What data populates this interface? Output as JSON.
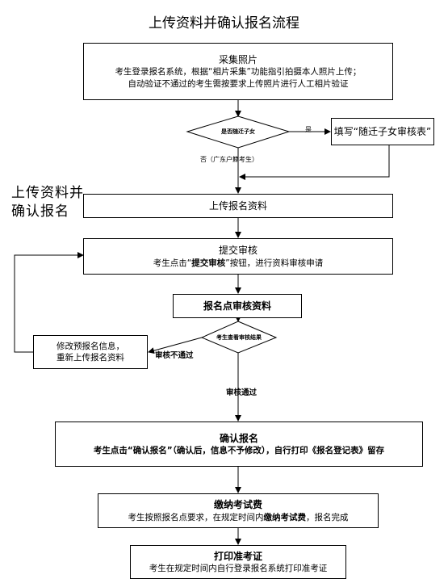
{
  "title": "上传资料并确认报名流程",
  "side_title": "上传资料并确认报名",
  "steps": {
    "collect": {
      "title": "采集照片",
      "line1": "考生登录报名系统，根据“相片采集”功能指引拍摄本人照片上传；",
      "line2": "自动验证不通过的考生需按要求上传照片进行人工相片验证"
    },
    "decision1": "是否随迁子女",
    "yes": "是",
    "no": "否（广东户籍考生）",
    "form": "填写“随迁子女审核表”",
    "upload": "上传报名资料",
    "submit": {
      "title": "提交审核",
      "line_pre": "考生点击“",
      "line_bold": "提交审核",
      "line_post": "”按钮，进行资料审核申请"
    },
    "review": "报名点审核资料",
    "decision2": "考生查看审核结果",
    "fail": "审核不通过",
    "pass": "审核通过",
    "modify": {
      "line1": "修改预报名信息，",
      "line2": "重新上传报名资料"
    },
    "confirm": {
      "title": "确认报名",
      "line": "考生点击“确认报名”（确认后，信息不予修改），自行打印《报名登记表》留存"
    },
    "pay": {
      "title": "缴纳考试费",
      "line_pre": "考生按照报名点要求，在规定时间内",
      "line_bold": "缴纳考试费",
      "line_post": "，报名完成"
    },
    "print": {
      "title": "打印准考证",
      "line": "考生在规定时间内自行登录报名系统打印准考证"
    }
  }
}
